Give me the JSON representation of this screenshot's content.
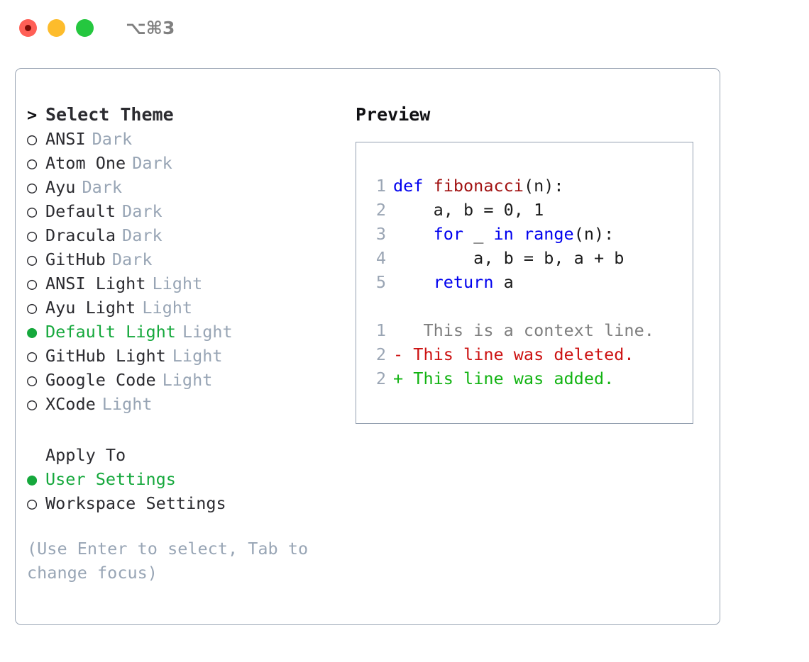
{
  "titlebar": {
    "shortcut": "⌥⌘3",
    "buttons": [
      {
        "name": "close",
        "color": "#ff5f56"
      },
      {
        "name": "minimize",
        "color": "#fdbc2c"
      },
      {
        "name": "maximize",
        "color": "#25c73f"
      }
    ]
  },
  "theme_list": {
    "header_marker": ">",
    "header": "Select Theme",
    "items": [
      {
        "marker": "○",
        "label": "ANSI",
        "suffix": "Dark",
        "selected": false
      },
      {
        "marker": "○",
        "label": "Atom One",
        "suffix": "Dark",
        "selected": false
      },
      {
        "marker": "○",
        "label": "Ayu",
        "suffix": "Dark",
        "selected": false
      },
      {
        "marker": "○",
        "label": "Default",
        "suffix": "Dark",
        "selected": false
      },
      {
        "marker": "○",
        "label": "Dracula",
        "suffix": "Dark",
        "selected": false
      },
      {
        "marker": "○",
        "label": "GitHub",
        "suffix": "Dark",
        "selected": false
      },
      {
        "marker": "○",
        "label": "ANSI Light",
        "suffix": "Light",
        "selected": false
      },
      {
        "marker": "○",
        "label": "Ayu Light",
        "suffix": "Light",
        "selected": false
      },
      {
        "marker": "●",
        "label": "Default Light",
        "suffix": "Light",
        "selected": true
      },
      {
        "marker": "○",
        "label": "GitHub Light",
        "suffix": "Light",
        "selected": false
      },
      {
        "marker": "○",
        "label": "Google Code",
        "suffix": "Light",
        "selected": false
      },
      {
        "marker": "○",
        "label": "XCode",
        "suffix": "Light",
        "selected": false
      }
    ]
  },
  "apply_to": {
    "title": "Apply To",
    "items": [
      {
        "marker": "●",
        "label": "User Settings",
        "selected": true
      },
      {
        "marker": "○",
        "label": "Workspace Settings",
        "selected": false
      }
    ]
  },
  "hint": "(Use Enter to select, Tab to change focus)",
  "preview": {
    "title": "Preview",
    "code": [
      {
        "lno": "1",
        "tokens": [
          {
            "t": "def ",
            "c": "kw"
          },
          {
            "t": "fibonacci",
            "c": "fn"
          },
          {
            "t": "(n):",
            "c": "plain"
          }
        ]
      },
      {
        "lno": "2",
        "tokens": [
          {
            "t": "    a, b = 0, 1",
            "c": "plain"
          }
        ]
      },
      {
        "lno": "3",
        "tokens": [
          {
            "t": "    ",
            "c": "plain"
          },
          {
            "t": "for",
            "c": "kw"
          },
          {
            "t": " _ ",
            "c": "plain"
          },
          {
            "t": "in range",
            "c": "kw"
          },
          {
            "t": "(n):",
            "c": "plain"
          }
        ]
      },
      {
        "lno": "4",
        "tokens": [
          {
            "t": "        a, b = b, a + b",
            "c": "plain"
          }
        ]
      },
      {
        "lno": "5",
        "tokens": [
          {
            "t": "    ",
            "c": "plain"
          },
          {
            "t": "return",
            "c": "kw"
          },
          {
            "t": " a",
            "c": "plain"
          }
        ]
      }
    ],
    "diff": [
      {
        "lno": "1",
        "sign": " ",
        "text": "  This is a context line.",
        "kind": "d-ctx"
      },
      {
        "lno": "2",
        "sign": "-",
        "text": " This line was deleted.",
        "kind": "d-del"
      },
      {
        "lno": "2",
        "sign": "+",
        "text": " This line was added.",
        "kind": "d-add"
      }
    ]
  },
  "colors": {
    "accent_green": "#15a83c",
    "muted": "#98a5b5",
    "border": "#94a0b1",
    "keyword_blue": "#0000ee",
    "function_red": "#a11111",
    "diff_add": "#12b312",
    "diff_del": "#cc1111"
  }
}
